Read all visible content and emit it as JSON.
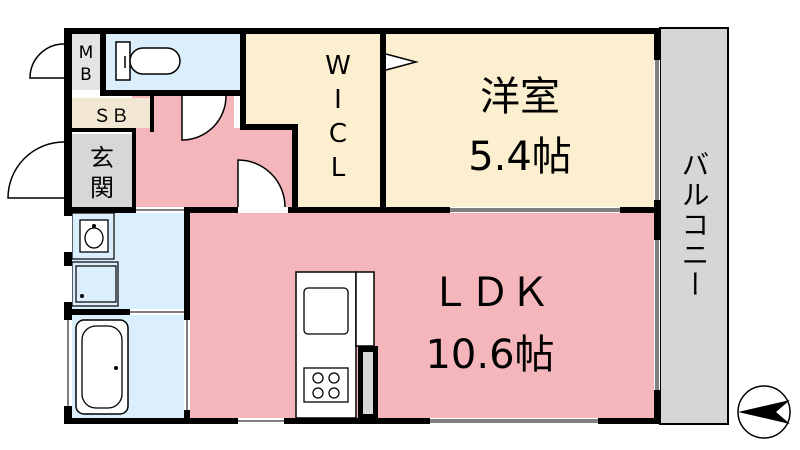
{
  "rooms": {
    "western": {
      "name": "洋室",
      "size": "5.4帖"
    },
    "ldk": {
      "name": "ＬＤＫ",
      "size": "10.6帖"
    },
    "wic": {
      "chars": [
        "W",
        "I",
        "C",
        "L"
      ]
    },
    "sb": {
      "label": "ＳＢ"
    },
    "mb": {
      "chars": [
        "M",
        "B"
      ]
    },
    "entrance": {
      "chars": [
        "玄",
        "関"
      ]
    },
    "balcony": {
      "label": "バルコニー"
    }
  },
  "colors": {
    "ldk": "#f4b6bb",
    "western": "#fcefcf",
    "wic": "#fcefcf",
    "wet": "#dbeefb",
    "sb": "#f2e7d2",
    "entrance": "#d7d7d7",
    "balcony": "#d6d6d6",
    "wall": "#000000"
  }
}
